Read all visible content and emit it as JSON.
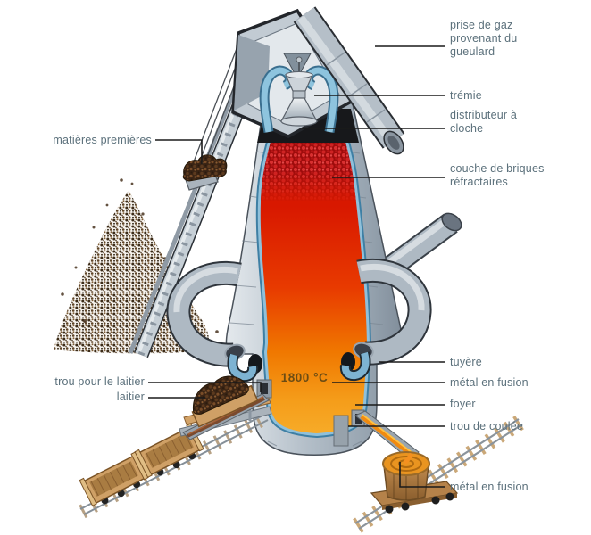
{
  "diagram": {
    "temperature_label": "1800 °C",
    "labels": {
      "gas_offtake": "prise de gaz provenant du gueulard",
      "hopper": "trémie",
      "bell_distributor": "distributeur à cloche",
      "refractory_bricks": "couche de briques réfractaires",
      "raw_materials": "matières premières",
      "tuyere": "tuyère",
      "molten_metal_upper": "métal en fusion",
      "hearth": "foyer",
      "tap_hole": "trou de coulée",
      "slag_hole": "trou pour le laitier",
      "slag": "laitier",
      "molten_metal_lower": "métal en fusion"
    },
    "colors": {
      "background": "#ffffff",
      "label_text": "#5b707b",
      "leader_line": "#1a1a1a",
      "steel_shell": "#b4bfc9",
      "refractory_lining": "#8fc0da",
      "molten_top": "#c40f0f",
      "molten_bottom": "#f7ab28",
      "slag_brown": "#3a2414",
      "wood": "#cfa066"
    }
  }
}
